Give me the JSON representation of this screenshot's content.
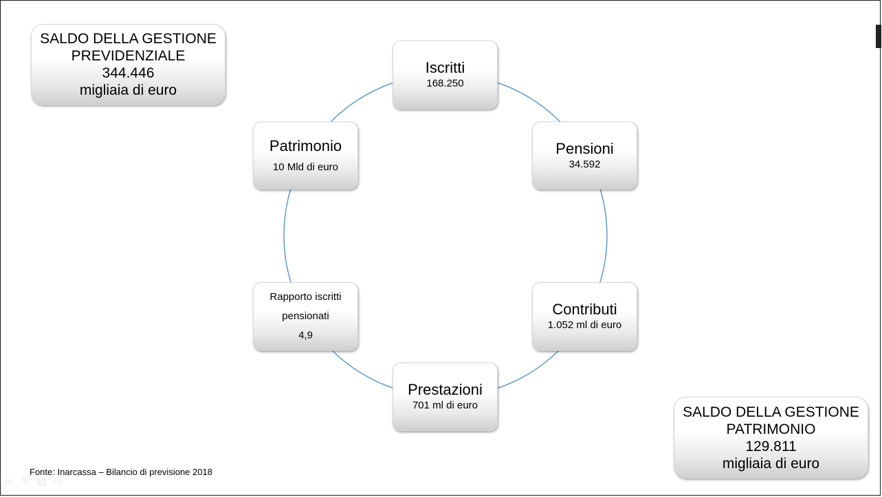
{
  "saldo_previdenziale": {
    "line1": "SALDO DELLA GESTIONE",
    "line2": "PREVIDENZIALE",
    "value": "344.446",
    "unit": "migliaia di euro"
  },
  "saldo_patrimonio": {
    "line1": "SALDO DELLA GESTIONE",
    "line2": "PATRIMONIO",
    "value": "129.811",
    "unit": "migliaia di euro"
  },
  "nodes": {
    "iscritti": {
      "title": "Iscritti",
      "value": "168.250"
    },
    "pensioni": {
      "title": "Pensioni",
      "value": "34.592"
    },
    "contributi": {
      "title": "Contributi",
      "value": "1.052 ml di euro"
    },
    "prestazioni": {
      "title": "Prestazioni",
      "value": "701 ml di euro"
    },
    "rapporto": {
      "line1": "Rapporto iscritti",
      "line2": "pensionati",
      "value": "4,9"
    },
    "patrimonio": {
      "title": "Patrimonio",
      "value": "10 Mld di euro"
    }
  },
  "footer": {
    "source": "Fonte: Inarcassa – Bilancio di previsione 2018"
  },
  "colors": {
    "ring": "#4a8bc4",
    "border": "#1a1a1a"
  },
  "nav_icons": [
    "arrow-left-icon",
    "pen-icon",
    "menu-icon",
    "arrow-right-icon"
  ]
}
